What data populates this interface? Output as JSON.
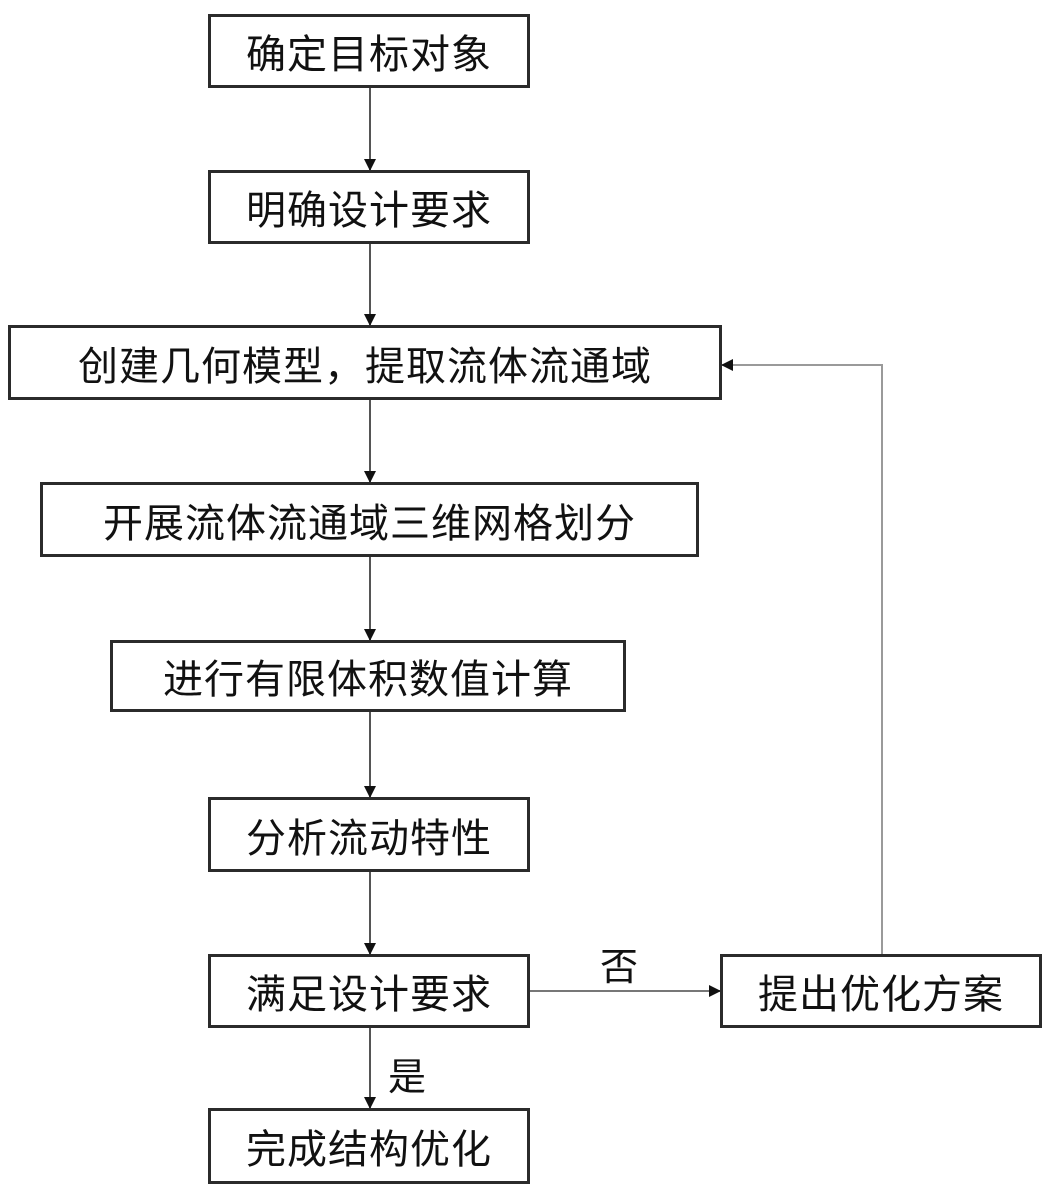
{
  "nodes": {
    "determine_target": "确定目标对象",
    "define_requirements": "明确设计要求",
    "create_geometry": "创建几何模型，提取流体流通域",
    "mesh_division": "开展流体流通域三维网格划分",
    "fvm_computation": "进行有限体积数值计算",
    "analyze_flow": "分析流动特性",
    "meets_requirements": "满足设计要求",
    "propose_optimization": "提出优化方案",
    "complete_optimization": "完成结构优化"
  },
  "edge_labels": {
    "no": "否",
    "yes": "是"
  },
  "colors": {
    "box_border": "#2b2b2b",
    "main_line": "#555555",
    "feedback_line": "#9a9a9a",
    "text": "#111111"
  }
}
